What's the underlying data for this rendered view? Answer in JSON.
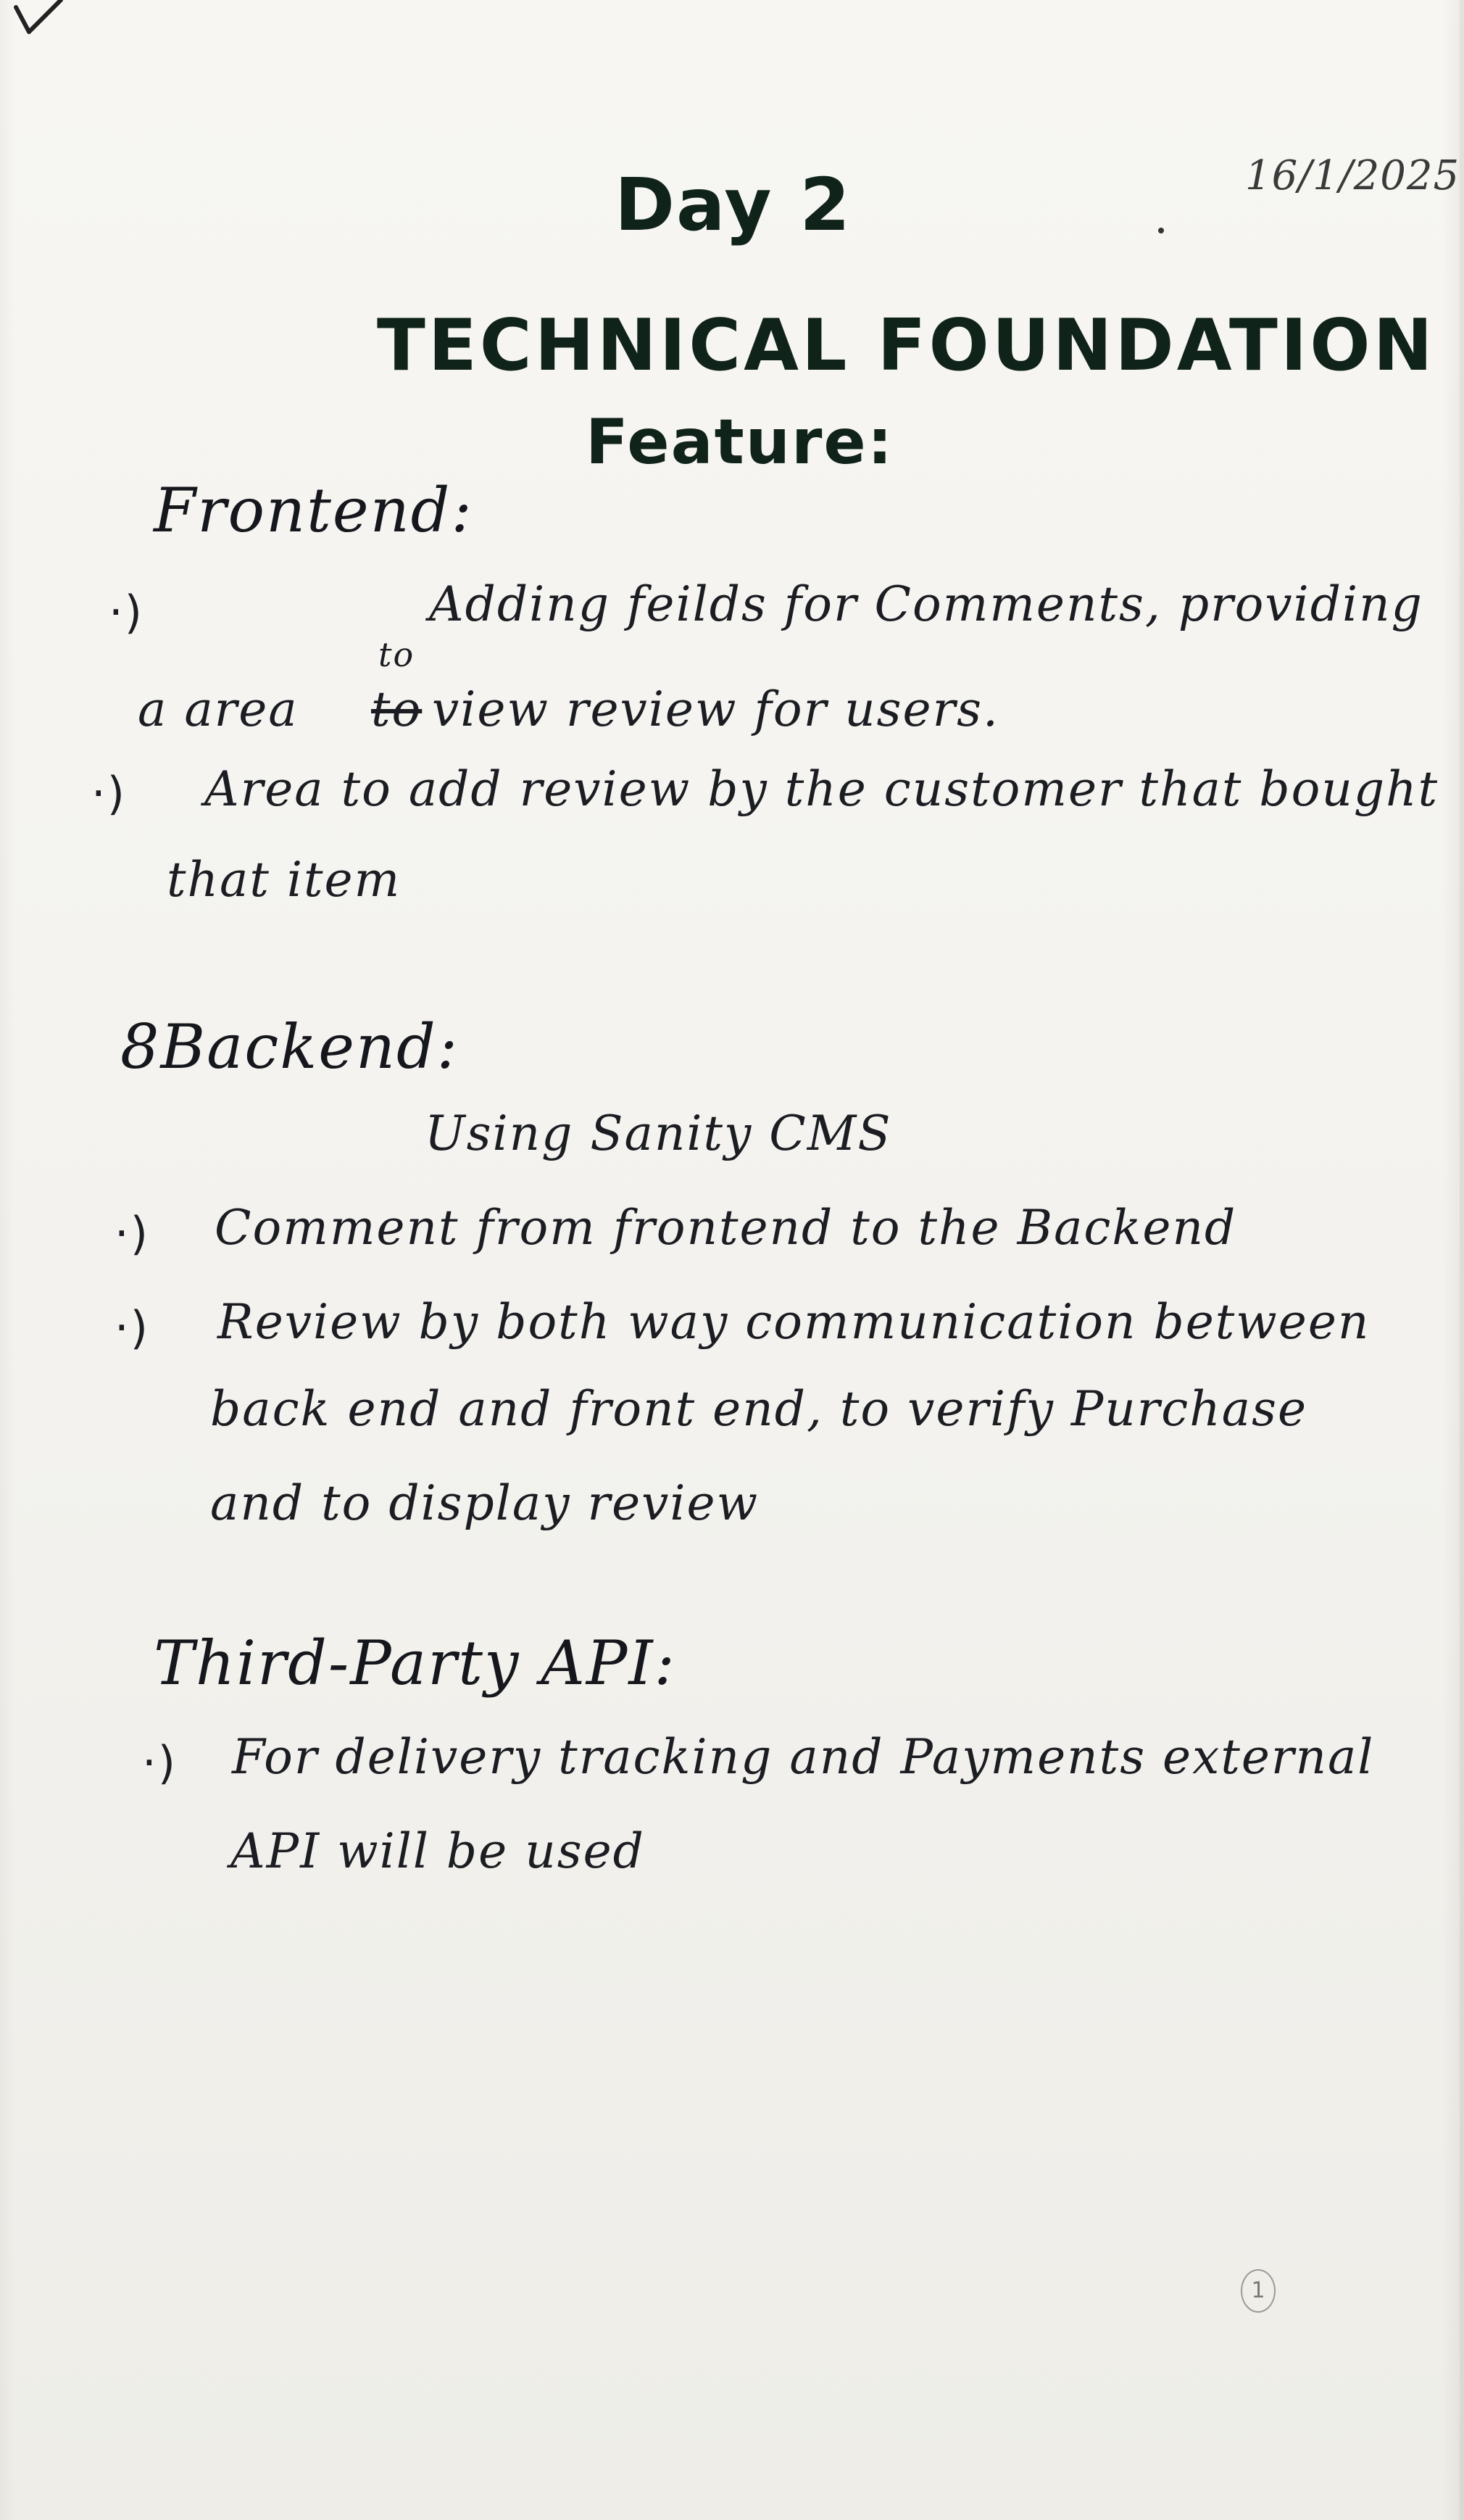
{
  "header": {
    "date": "16/1/2025",
    "day": "Day 2",
    "title": "TECHNICAL FOUNDATION",
    "subtitle": "Feature:"
  },
  "frontend": {
    "heading": "Frontend:",
    "bullet_1_line_1": "Adding feilds for Comments, providing",
    "bullet_1_line_2a": "a area",
    "bullet_1_strike": "to",
    "bullet_1_insert": "to",
    "bullet_1_line_2b": "view   review for users.",
    "bullet_2_line_1": "Area to add review by the customer that bought",
    "bullet_2_line_2": "that item"
  },
  "backend": {
    "heading": "8Backend:",
    "note": "Using Sanity CMS",
    "bullet_1": "Comment from frontend to the Backend",
    "bullet_2_line_1": "Review by both way communication between",
    "bullet_2_line_2": "back end and front end, to verify Purchase",
    "bullet_2_line_3": "and to display review"
  },
  "third_party": {
    "heading": "Third-Party API:",
    "bullet_1_line_1": "For delivery tracking and Payments external",
    "bullet_1_line_2": "API will be used"
  },
  "markers": {
    "bullet": "·)",
    "page_number": "1"
  }
}
